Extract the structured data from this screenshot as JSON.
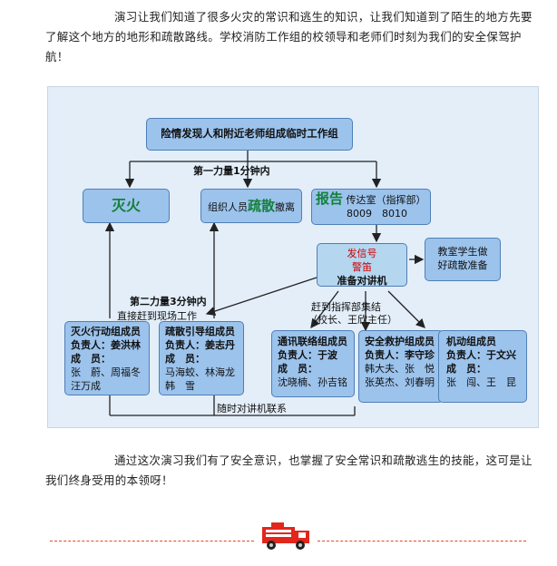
{
  "intro_text": "演习让我们知道了很多火灾的常识和逃生的知识，让我们知道到了陌生的地方先要了解这个地方的地形和疏散路线。学校消防工作组的校领导和老师们时刻为我们的安全保驾护航！",
  "outro_text": "通过这次演习我们有了安全意识，也掌握了安全常识和疏散逃生的技能，这可是让我们终身受用的本领呀！",
  "diagram": {
    "top_box": "险情发现人和附近老师组成临时工作组",
    "first_force": "第一力量1分钟内",
    "extinguish": "灭火",
    "evacuate_prefix": "组织人员",
    "evacuate_main": "疏散",
    "evacuate_suffix": "撤离",
    "report_main": "报告",
    "report_place": "传达室（指挥部）",
    "report_phone": "8009　8010",
    "signal_line1": "发信号",
    "signal_line2": "警笛",
    "signal_line3": "准备对讲机",
    "classroom_line1": "教室学生做",
    "classroom_line2": "好疏散准备",
    "second_force": "第二力量3分钟内",
    "direct_to_site": "直接赶到现场工作",
    "assemble_line1": "赶到指挥部集结",
    "assemble_line2": "（校长、王欣主任）",
    "walkie_contact": "随时对讲机联系",
    "teams": [
      {
        "title": "灭火行动组成员",
        "leader": "负责人：姜洪林",
        "members_label": "成　员：",
        "members": "张　蔚、周福冬\n汪万成"
      },
      {
        "title": "疏散引导组成员",
        "leader": "负责人：姜志丹",
        "members_label": "成　员：",
        "members": "马海蛟、林海龙\n韩　雪"
      },
      {
        "title": "通讯联络组成员",
        "leader": "负责人：于波",
        "members_label": "成　员：",
        "members": "沈晓楠、孙吉铭"
      },
      {
        "title": "安全救护组成员",
        "leader": "负责人：李守珍",
        "members_label": "",
        "members": "韩大夫、张　悦\n张英杰、刘春明"
      },
      {
        "title": "机动组成员",
        "leader": "负责人：于文兴",
        "members_label": "成　员：",
        "members": "张　闯、王　昆"
      }
    ]
  },
  "icons": {
    "footer": "fire-truck-icon"
  },
  "colors": {
    "box_fill": "#9cc3ec",
    "box_border": "#4f7fb6",
    "diagram_bg": "#e3eef9",
    "green": "#14803a",
    "red": "#d00000",
    "footer_line": "#e8481d"
  }
}
